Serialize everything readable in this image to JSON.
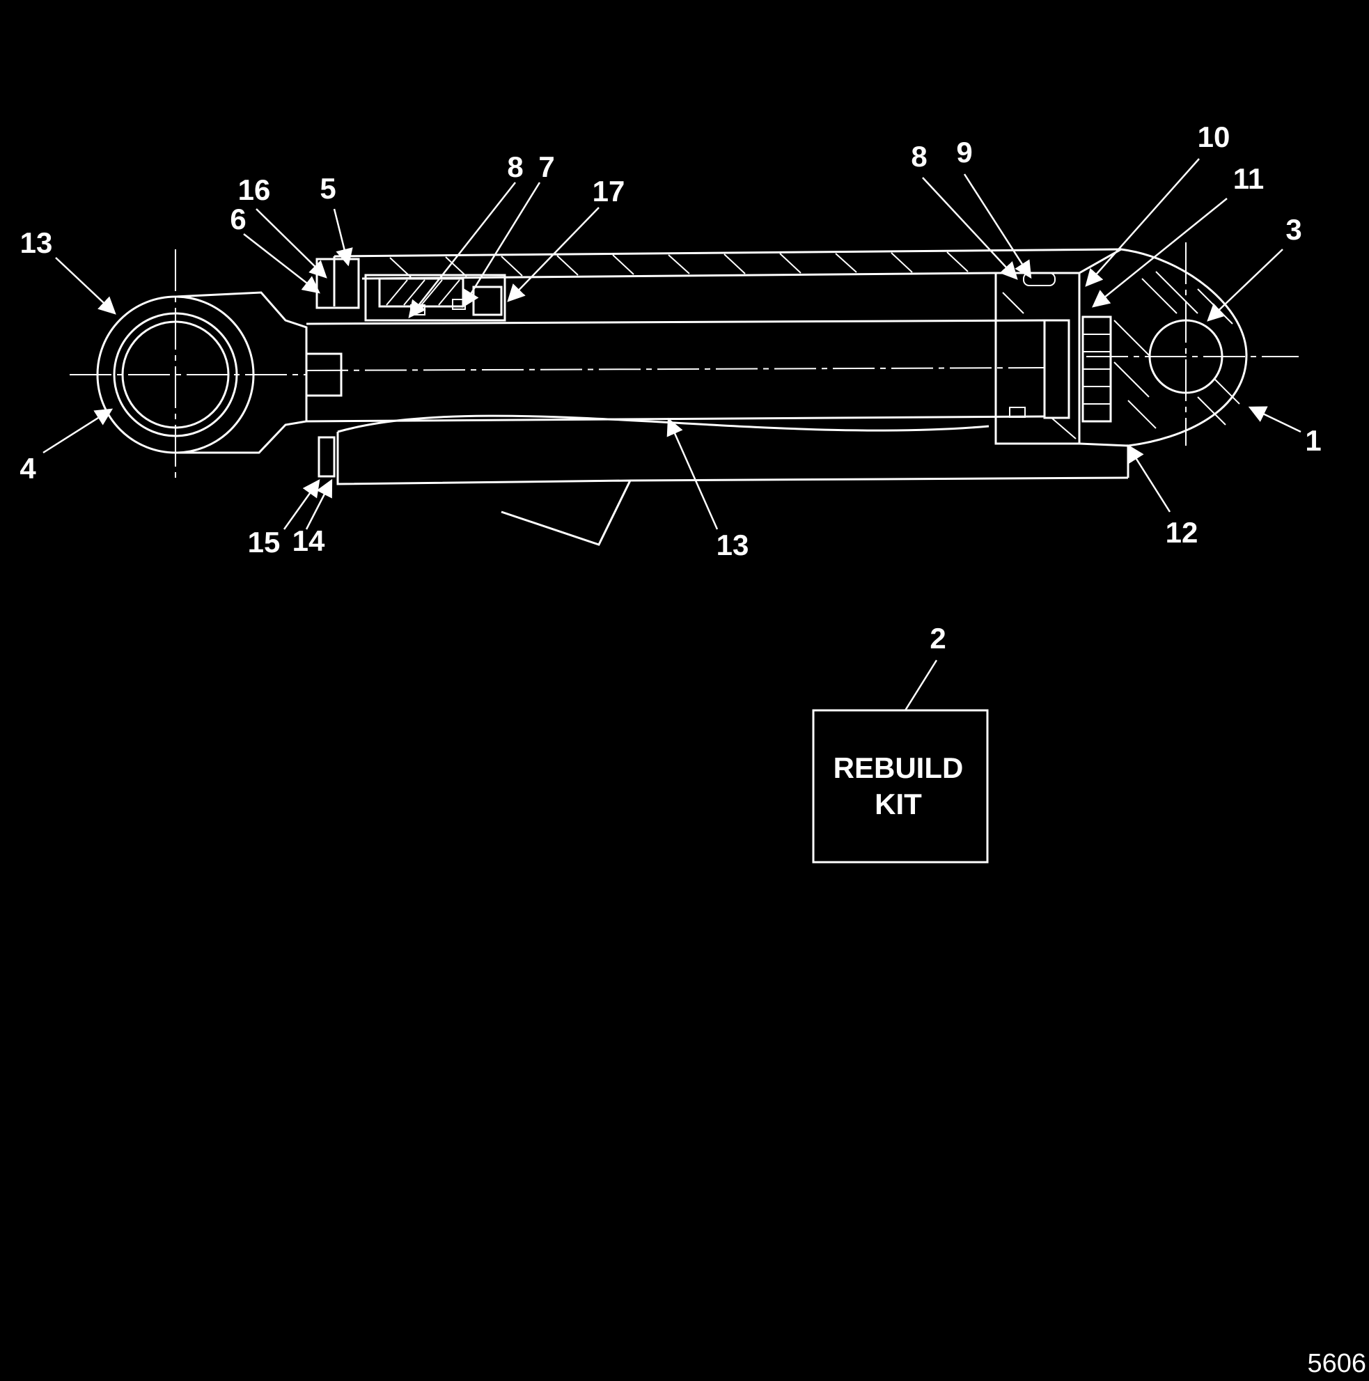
{
  "callouts": {
    "c1": "1",
    "c2": "2",
    "c3": "3",
    "c4": "4",
    "c5": "5",
    "c6": "6",
    "c7": "7",
    "c8a": "8",
    "c8b": "8",
    "c9": "9",
    "c10": "10",
    "c11": "11",
    "c12": "12",
    "c13a": "13",
    "c13b": "13",
    "c14": "14",
    "c15": "15",
    "c16": "16",
    "c17": "17"
  },
  "kit_box": {
    "line1": "REBUILD",
    "line2": "KIT"
  },
  "figure_number": "5606"
}
